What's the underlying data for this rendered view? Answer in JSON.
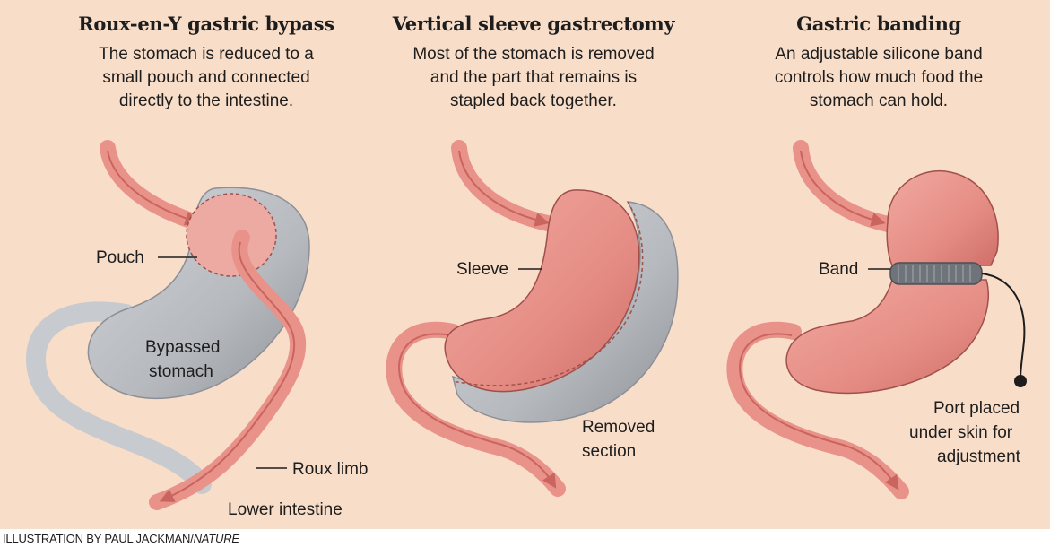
{
  "panels": [
    {
      "title": "Roux-en-Y gastric bypass",
      "description": [
        "The stomach is reduced to a",
        "small pouch and connected",
        "directly to the intestine."
      ],
      "labels": {
        "pouch": "Pouch",
        "bypassed_1": "Bypassed",
        "bypassed_2": "stomach",
        "roux": "Roux limb",
        "lower": "Lower intestine"
      }
    },
    {
      "title": "Vertical sleeve gastrectomy",
      "description": [
        "Most of the stomach is removed",
        "and the part that remains is",
        "stapled back together."
      ],
      "labels": {
        "sleeve": "Sleeve",
        "removed_1": "Removed",
        "removed_2": "section"
      }
    },
    {
      "title": "Gastric banding",
      "description": [
        "An adjustable silicone band",
        "controls how much food the",
        "stomach can hold."
      ],
      "labels": {
        "band": "Band",
        "port_1": "Port placed",
        "port_2": "under skin for",
        "port_3": "adjustment"
      }
    }
  ],
  "credit": {
    "prefix": "ILLUSTRATION BY PAUL JACKMAN/",
    "source": "NATURE"
  },
  "colors": {
    "background": "#f8ddc9",
    "tissue": "#e9928a",
    "tissue_dark": "#c9645e",
    "grey_organ": "#b9bcc1",
    "grey_dark": "#8c9096",
    "band": "#6f747a"
  }
}
